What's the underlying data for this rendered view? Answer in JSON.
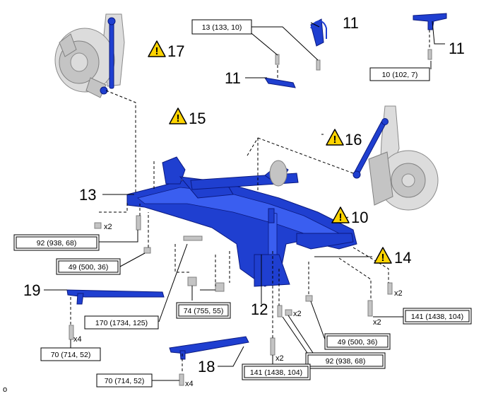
{
  "callouts": {
    "c10": "10",
    "c11a": "11",
    "c11b": "11",
    "c11c": "11",
    "c12": "12",
    "c13": "13",
    "c14": "14",
    "c15": "15",
    "c16": "16",
    "c17": "17",
    "c18": "18",
    "c19": "19"
  },
  "torques": {
    "t_13_133": "13 (133, 10)",
    "t_10_102": "10 (102, 7)",
    "t_92_left": "92 (938, 68)",
    "t_49_left": "49 (500, 36)",
    "t_74": "74 (755, 55)",
    "t_170": "170 (1734, 125)",
    "t_70_upper": "70 (714, 52)",
    "t_70_lower": "70 (714, 52)",
    "t_141_right": "141 (1438, 104)",
    "t_49_right": "49 (500, 36)",
    "t_92_right": "92 (938, 68)",
    "t_141_bottom": "141 (1438, 104)"
  },
  "quantities": {
    "q_x2_a": "x2",
    "q_x2_b": "x2",
    "q_x2_c": "x2",
    "q_x2_d": "x2",
    "q_x2_e": "x2",
    "q_x4_a": "x4",
    "q_x4_b": "x4"
  },
  "warning": {
    "icon": "warning-triangle-icon",
    "mark": "!",
    "color": "#ffd400"
  },
  "colors": {
    "part_highlight": "#1f3fd0"
  },
  "figure_code": "o"
}
